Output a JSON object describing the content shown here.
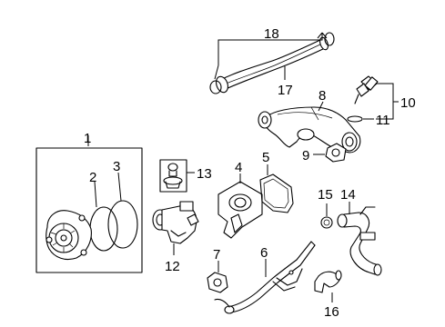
{
  "callouts": {
    "c1": "1",
    "c2": "2",
    "c3": "3",
    "c4": "4",
    "c5": "5",
    "c6": "6",
    "c7": "7",
    "c8": "8",
    "c9": "9",
    "c10": "10",
    "c11": "11",
    "c12": "12",
    "c13": "13",
    "c14": "14",
    "c15": "15",
    "c16": "16",
    "c17": "17",
    "c18": "18"
  },
  "parts": [
    {
      "callout": "1",
      "icon": "water-pump-assembly-icon"
    },
    {
      "callout": "2",
      "icon": "pump-gasket-icon"
    },
    {
      "callout": "3",
      "icon": "pump-seal-ring-icon"
    },
    {
      "callout": "4",
      "icon": "thermostat-housing-icon"
    },
    {
      "callout": "5",
      "icon": "housing-gasket-icon"
    },
    {
      "callout": "6",
      "icon": "bypass-pipe-icon"
    },
    {
      "callout": "7",
      "icon": "pipe-gasket-icon"
    },
    {
      "callout": "8",
      "icon": "water-outlet-icon"
    },
    {
      "callout": "9",
      "icon": "outlet-gasket-icon"
    },
    {
      "callout": "10",
      "icon": "temperature-sensor-icon"
    },
    {
      "callout": "11",
      "icon": "sensor-o-ring-icon"
    },
    {
      "callout": "12",
      "icon": "water-inlet-icon"
    },
    {
      "callout": "13",
      "icon": "thermostat-icon"
    },
    {
      "callout": "14",
      "icon": "heater-pipe-icon"
    },
    {
      "callout": "15",
      "icon": "heater-pipe-o-ring-icon"
    },
    {
      "callout": "16",
      "icon": "heater-hose-icon"
    },
    {
      "callout": "17",
      "icon": "radiator-hose-icon"
    },
    {
      "callout": "18",
      "icon": "hose-clamp-icon"
    }
  ]
}
